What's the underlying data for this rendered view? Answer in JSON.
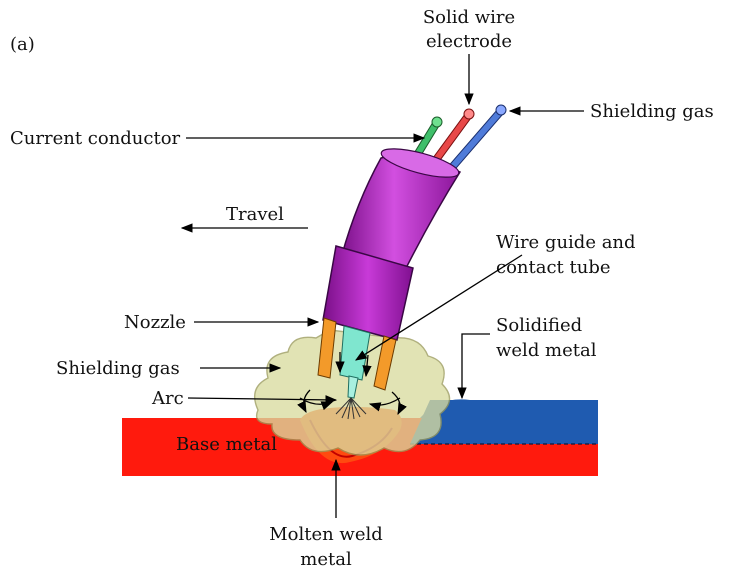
{
  "figure": {
    "panel_label": "(a)",
    "labels": {
      "solid_wire_electrode": [
        "Solid wire",
        "electrode"
      ],
      "shielding_gas_top": "Shielding gas",
      "current_conductor": "Current conductor",
      "travel": "Travel",
      "wire_guide": [
        "Wire guide and",
        "contact tube"
      ],
      "nozzle": "Nozzle",
      "solidified_weld_metal": [
        "Solidified",
        "weld metal"
      ],
      "shielding_gas_side": "Shielding gas",
      "arc": "Arc",
      "base_metal": "Base metal",
      "molten_weld_metal": [
        "Molten weld",
        "metal"
      ]
    }
  },
  "colors": {
    "base_metal": "#ff1a0d",
    "solidified_metal": "#1f5bb0",
    "torch_body": "#b01fbf",
    "gas_cloud": "#d9dca0",
    "nozzle_orange": "#f39a2a",
    "contact_tube": "#7fe6cf",
    "wire_green": "#3fbf6a",
    "wire_red": "#e84848",
    "wire_blue": "#4f7bd9"
  }
}
